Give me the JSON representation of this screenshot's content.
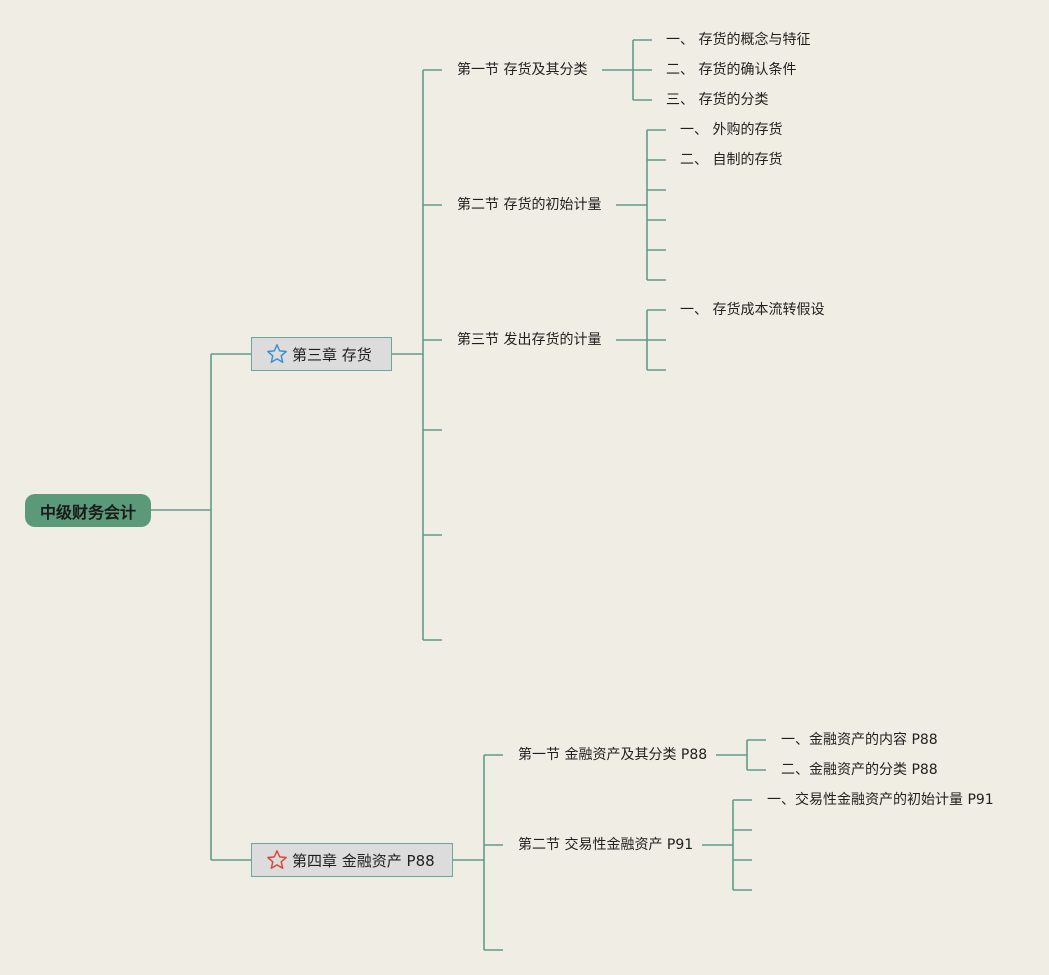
{
  "root": {
    "label": "中级财务会计"
  },
  "chapters": [
    {
      "label": "第三章 存货",
      "star_color": "#3a8fd8",
      "sections": [
        {
          "label": "第一节 存货及其分类",
          "items": [
            "一、  存货的概念与特征",
            "二、  存货的确认条件",
            "三、  存货的分类"
          ]
        },
        {
          "label": "第二节 存货的初始计量",
          "items": [
            "一、  外购的存货",
            "二、  自制的存货"
          ]
        },
        {
          "label": "第三节 发出存货的计量",
          "items": [
            "一、  存货成本流转假设"
          ]
        }
      ]
    },
    {
      "label": "第四章 金融资产 P88",
      "star_color": "#e0453a",
      "sections": [
        {
          "label": "第一节 金融资产及其分类 P88",
          "items": [
            "一、金融资产的内容 P88",
            "二、金融资产的分类 P88"
          ]
        },
        {
          "label": "第二节 交易性金融资产 P91",
          "items": [
            "一、交易性金融资产的初始计量 P91"
          ]
        }
      ]
    }
  ]
}
